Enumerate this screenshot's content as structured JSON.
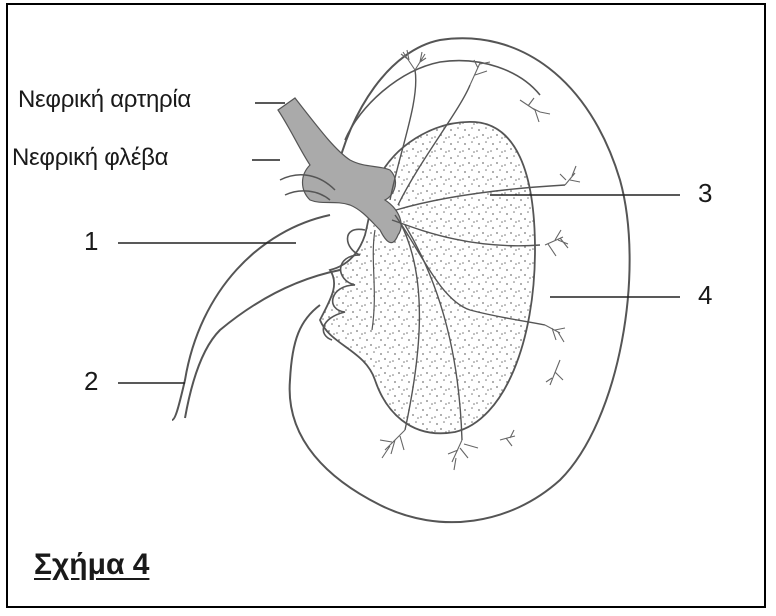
{
  "labels": {
    "renal_artery": "Νεφρική αρτηρία",
    "renal_vein": "Νεφρική φλέβα",
    "n1": "1",
    "n2": "2",
    "n3": "3",
    "n4": "4"
  },
  "caption": "Σχήμα 4",
  "colors": {
    "line": "#555555",
    "vessel_fill": "#aaaaaa",
    "dots": "#777777",
    "text": "#1a1a1a"
  }
}
